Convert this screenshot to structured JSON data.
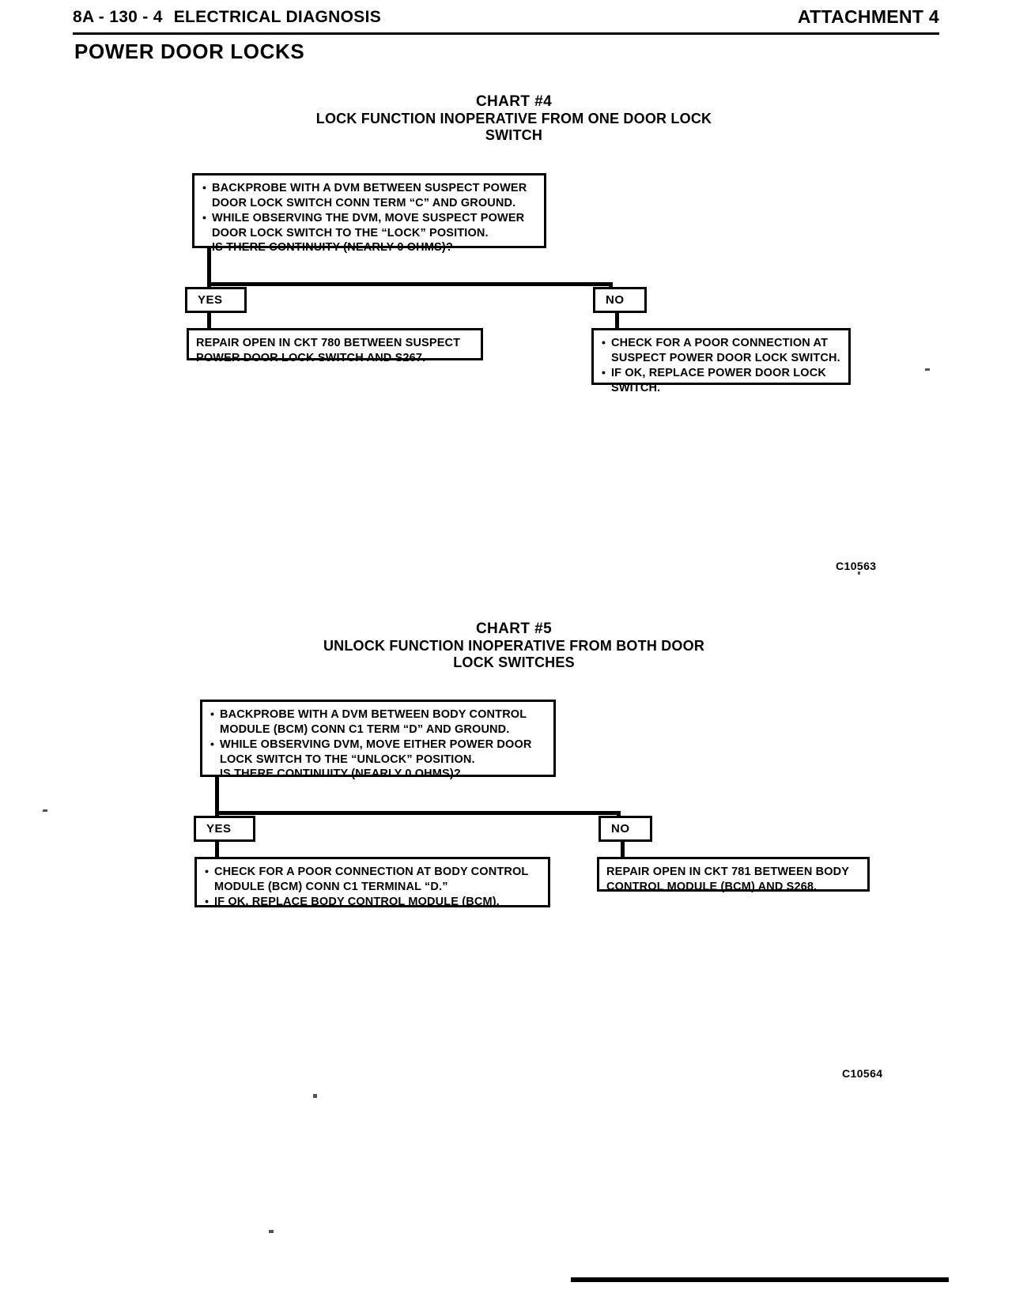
{
  "header": {
    "folio": "8A - 130 - 4",
    "title": "ELECTRICAL DIAGNOSIS",
    "attachment": "ATTACHMENT 4",
    "section": "POWER DOOR LOCKS"
  },
  "charts": [
    {
      "id": "chart-4",
      "title": "CHART #4",
      "subtitle_line1": "LOCK FUNCTION INOPERATIVE FROM ONE DOOR LOCK",
      "subtitle_line2": "SWITCH",
      "decision": {
        "bullet1_line1": "BACKPROBE WITH A DVM BETWEEN SUSPECT POWER",
        "bullet1_line2": "DOOR LOCK SWITCH CONN TERM “C” AND GROUND.",
        "bullet2_line1": "WHILE OBSERVING THE DVM, MOVE SUSPECT POWER",
        "bullet2_line2": "DOOR LOCK SWITCH TO THE “LOCK” POSITION.",
        "bullet2_line3": "IS THERE CONTINUITY (NEARLY 0 OHMS)?"
      },
      "yes_label": "YES",
      "no_label": "NO",
      "yes_result": {
        "line1": "REPAIR OPEN IN CKT 780 BETWEEN SUSPECT",
        "line2": "POWER DOOR LOCK SWITCH AND S267."
      },
      "no_result": {
        "bullet1_line1": "CHECK FOR A POOR CONNECTION AT",
        "bullet1_line2": "SUSPECT POWER DOOR LOCK SWITCH.",
        "bullet2_line1": "IF OK, REPLACE POWER DOOR LOCK",
        "bullet2_line2": "SWITCH."
      },
      "figure_ref": "C10563"
    },
    {
      "id": "chart-5",
      "title": "CHART #5",
      "subtitle_line1": "UNLOCK FUNCTION INOPERATIVE FROM BOTH DOOR",
      "subtitle_line2": "LOCK SWITCHES",
      "decision": {
        "bullet1_line1": "BACKPROBE WITH A DVM BETWEEN BODY CONTROL",
        "bullet1_line2": "MODULE (BCM) CONN C1 TERM “D” AND GROUND.",
        "bullet2_line1": "WHILE OBSERVING DVM, MOVE EITHER POWER DOOR",
        "bullet2_line2": "LOCK SWITCH TO THE “UNLOCK” POSITION.",
        "bullet2_line3": "IS THERE CONTINUITY (NEARLY 0 OHMS)?"
      },
      "yes_label": "YES",
      "no_label": "NO",
      "yes_result": {
        "bullet1_line1": "CHECK FOR A POOR CONNECTION AT BODY CONTROL",
        "bullet1_line2": "MODULE (BCM) CONN C1 TERMINAL “D.”",
        "bullet2_line1": "IF OK, REPLACE BODY CONTROL MODULE (BCM)."
      },
      "no_result": {
        "line1": "REPAIR OPEN IN CKT 781 BETWEEN BODY",
        "line2": "CONTROL MODULE (BCM) AND S268."
      },
      "figure_ref": "C10564"
    }
  ]
}
